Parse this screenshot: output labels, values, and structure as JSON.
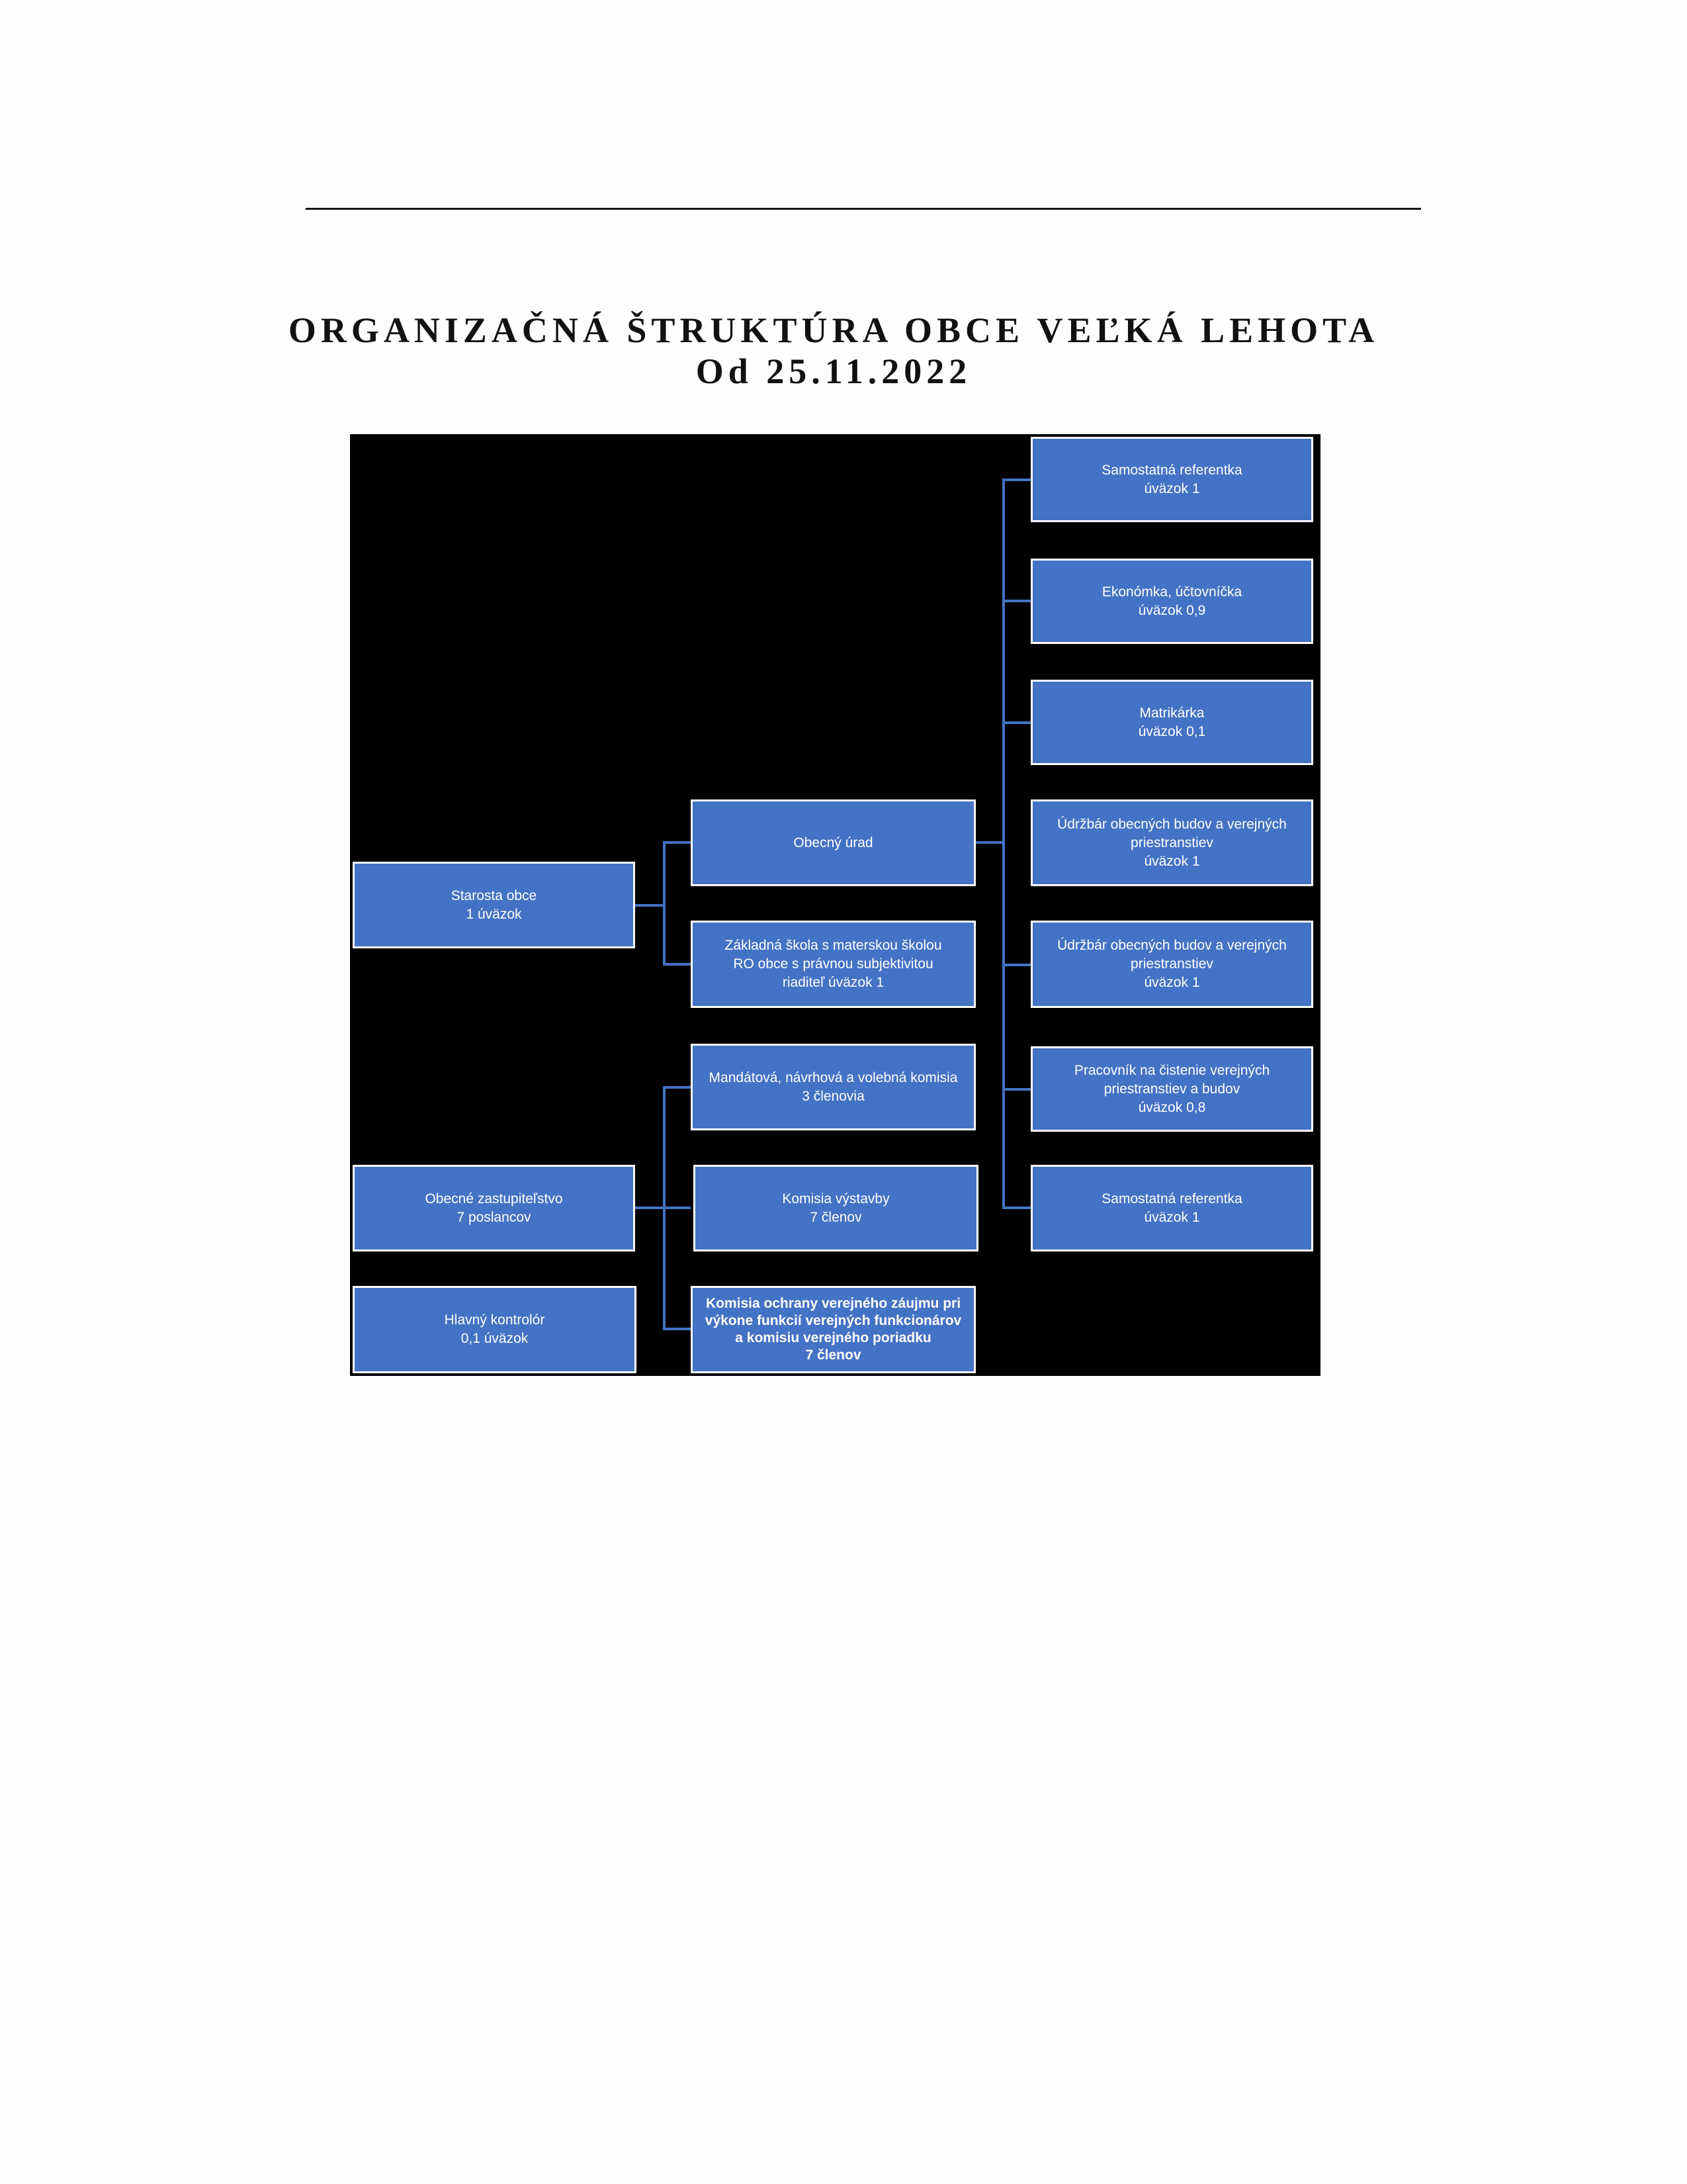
{
  "header": {
    "title": "ORGANIZAČNÁ ŠTRUKTÚRA OBCE VEĽKÁ LEHOTA",
    "date": "Od 25.11.2022"
  },
  "left": {
    "starosta": "Starosta obce\n1 úväzok",
    "zastupitelstvo": "Obecné zastupiteľstvo\n7 poslancov",
    "kontrolor": "Hlavný kontrolór\n0,1 úväzok"
  },
  "middle": {
    "urad": "Obecný úrad",
    "skola": "Základná škola s materskou školou\nRO obce s právnou subjektivitou\nriaditeľ úväzok 1",
    "mandatova": "Mandátová, návrhová a volebná komisia\n3 členovia",
    "vystavby": "Komisia výstavby\n7 členov",
    "ochrany": "Komisia ochrany verejného záujmu pri\nvýkone funkcií verejných funkcionárov\na komisiu verejného poriadku\n7 členov"
  },
  "right": [
    "Samostatná referentka\núväzok 1",
    "Ekonómka, účtovníčka\núväzok 0,9",
    "Matrikárka\núväzok 0,1",
    "Údržbár obecných budov a verejných\npriestranstiev\núväzok 1",
    "Údržbár obecných budov a verejných\npriestranstiev\núväzok 1",
    "Pracovník na čistenie verejných\npriestranstiev a budov\núväzok 0,8",
    "Samostatná referentka\núväzok 1"
  ]
}
